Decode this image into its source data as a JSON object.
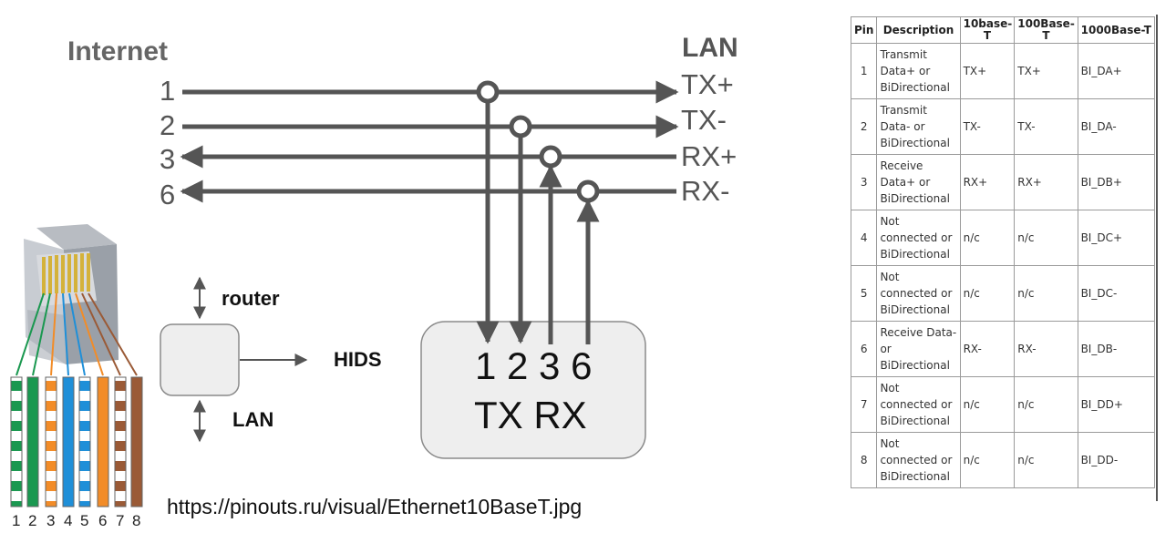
{
  "diagram": {
    "internet_label": "Internet",
    "lan_label": "LAN",
    "internet_pins": [
      "1",
      "2",
      "3",
      "6"
    ],
    "lan_signals": [
      "TX+",
      "TX-",
      "RX+",
      "RX-"
    ],
    "router_label": "router",
    "lan_bottom_label": "LAN",
    "hids_label": "HIDS",
    "hids_pins": "1 2 3 6",
    "hids_tx_rx": "TX RX",
    "wire_numbers": [
      "1",
      "2",
      "3",
      "4",
      "5",
      "6",
      "7",
      "8"
    ],
    "url": "https://pinouts.ru/visual/Ethernet10BaseT.jpg",
    "colors": {
      "line": "#555555",
      "box_fill": "#eeeeee",
      "box_stroke": "#8a8a8a",
      "wire_green": "#1a9850",
      "wire_orange": "#f28c28",
      "wire_blue": "#1f8fd8",
      "wire_brown": "#9a5a36"
    }
  },
  "table": {
    "headers": [
      "Pin",
      "Description",
      "10base-T",
      "100Base-T",
      "1000Base-T"
    ],
    "rows": [
      {
        "pin": "1",
        "description": "Transmit Data+ or BiDirectional",
        "t10": "TX+",
        "t100": "TX+",
        "t1000": "BI_DA+"
      },
      {
        "pin": "2",
        "description": "Transmit Data- or BiDirectional",
        "t10": "TX-",
        "t100": "TX-",
        "t1000": "BI_DA-"
      },
      {
        "pin": "3",
        "description": "Receive Data+ or BiDirectional",
        "t10": "RX+",
        "t100": "RX+",
        "t1000": "BI_DB+"
      },
      {
        "pin": "4",
        "description": "Not connected or BiDirectional",
        "t10": "n/c",
        "t100": "n/c",
        "t1000": "BI_DC+"
      },
      {
        "pin": "5",
        "description": "Not connected or BiDirectional",
        "t10": "n/c",
        "t100": "n/c",
        "t1000": "BI_DC-"
      },
      {
        "pin": "6",
        "description": "Receive Data- or BiDirectional",
        "t10": "RX-",
        "t100": "RX-",
        "t1000": "BI_DB-"
      },
      {
        "pin": "7",
        "description": "Not connected or BiDirectional",
        "t10": "n/c",
        "t100": "n/c",
        "t1000": "BI_DD+"
      },
      {
        "pin": "8",
        "description": "Not connected or BiDirectional",
        "t10": "n/c",
        "t100": "n/c",
        "t1000": "BI_DD-"
      }
    ]
  }
}
